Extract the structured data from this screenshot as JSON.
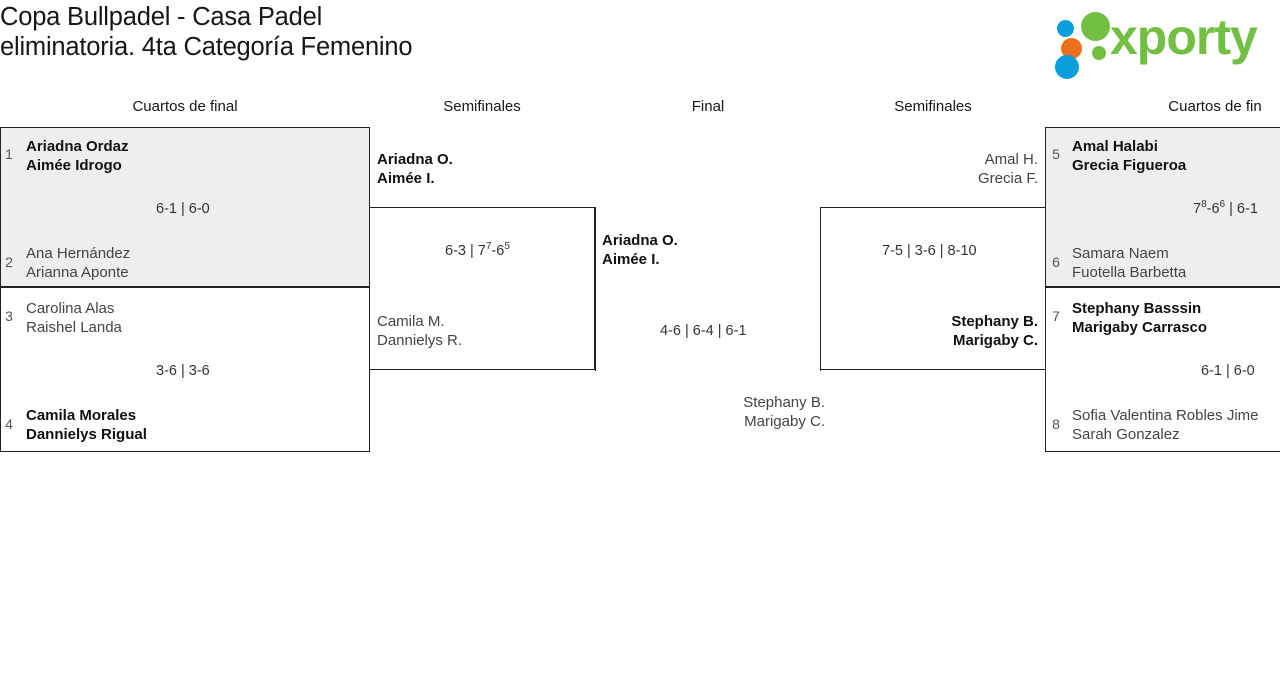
{
  "header": {
    "title": "Copa Bullpadel - Casa Padel\neliminatoria. 4ta Categoría Femenino",
    "logo_word": "xporty",
    "logo_colors": {
      "green": "#72bf44",
      "blue": "#0a9fdc",
      "orange": "#ee6f1a"
    }
  },
  "rounds": [
    {
      "label": "Cuartos de final",
      "side": "left"
    },
    {
      "label": "Semifinales",
      "side": "left"
    },
    {
      "label": "Final",
      "side": "center"
    },
    {
      "label": "Semifinales",
      "side": "right"
    },
    {
      "label": "Cuartos de fin",
      "side": "right"
    }
  ],
  "matches": {
    "qf_left_1": {
      "score": "6-1 | 6-0",
      "top": {
        "seed": "1",
        "line1": "Ariadna Ordaz",
        "line2": "Aimée Idrogo",
        "result": "winner"
      },
      "bottom": {
        "seed": "2",
        "line1": "Ana Hernández",
        "line2": "Arianna Aponte",
        "result": "loser"
      }
    },
    "qf_left_2": {
      "score": "3-6 | 3-6",
      "top": {
        "seed": "3",
        "line1": "Carolina Alas",
        "line2": "Raishel Landa",
        "result": "loser"
      },
      "bottom": {
        "seed": "4",
        "line1": "Camila Morales",
        "line2": "Dannielys Rigual",
        "result": "winner"
      }
    },
    "sf_left": {
      "score_pre": "6-3 | 7",
      "score_sup1": "7",
      "score_mid": "-6",
      "score_sup2": "5",
      "score_post": "",
      "top": {
        "line1": "Ariadna O.",
        "line2": "Aimée I.",
        "result": "winner"
      },
      "bottom": {
        "line1": "Camila M.",
        "line2": "Dannielys R.",
        "result": "loser"
      }
    },
    "final": {
      "score": "4-6 | 6-4 | 6-1",
      "top": {
        "line1": "Ariadna O.",
        "line2": "Aimée I.",
        "result": "winner"
      },
      "bottom": {
        "line1": "Stephany B.",
        "line2": "Marigaby C.",
        "result": "loser"
      }
    },
    "sf_right": {
      "score": "7-5 | 3-6 | 8-10",
      "top": {
        "line1": "Amal H.",
        "line2": "Grecia F.",
        "result": "loser"
      },
      "bottom": {
        "line1": "Stephany B.",
        "line2": "Marigaby C.",
        "result": "winner"
      }
    },
    "qf_right_1": {
      "score_pre": "7",
      "score_sup1": "8",
      "score_mid": "-6",
      "score_sup2": "6",
      "score_post": " | 6-1",
      "top": {
        "seed": "5",
        "line1": "Amal Halabi",
        "line2": "Grecia Figueroa",
        "result": "winner"
      },
      "bottom": {
        "seed": "6",
        "line1": "Samara Naem",
        "line2": "Fuotella Barbetta",
        "result": "loser"
      }
    },
    "qf_right_2": {
      "score": "6-1 | 6-0",
      "top": {
        "seed": "7",
        "line1": "Stephany Basssin",
        "line2": "Marigaby Carrasco",
        "result": "winner"
      },
      "bottom": {
        "seed": "8",
        "line1": "Sofia Valentina Robles Jime",
        "line2": "Sarah Gonzalez",
        "result": "loser"
      }
    }
  }
}
